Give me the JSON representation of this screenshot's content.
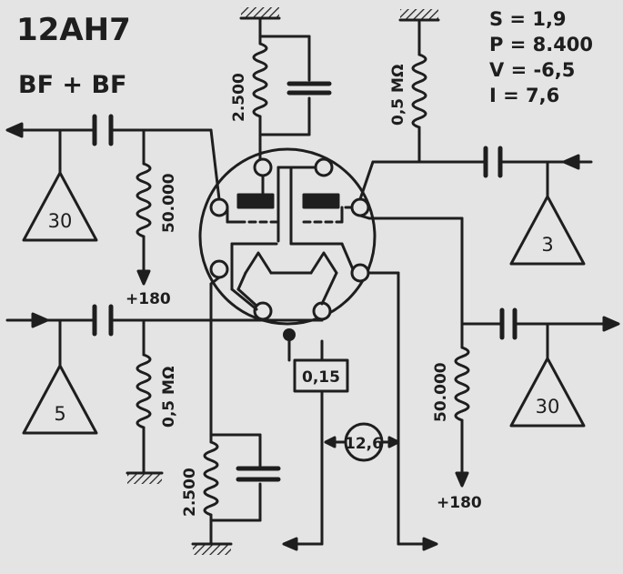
{
  "header": {
    "tube": "12AH7",
    "function": "BF + BF"
  },
  "specs": [
    {
      "text": "S = 1,9"
    },
    {
      "text": "P = 8.400"
    },
    {
      "text": "V = -6,5"
    },
    {
      "text": "I = 7,6"
    }
  ],
  "components": {
    "r_cathode_top": "2.500",
    "r_plate_right": "0,5 MΩ",
    "r_left_load": "50.000",
    "r_left_grid": "0,5 MΩ",
    "r_cathode_bottom": "2.500",
    "r_right_load": "50.000",
    "supply_left": "+180",
    "supply_right": "+180",
    "heater_current": "0,15",
    "heater_voltage": "12,6"
  },
  "stages": {
    "top_left": "30",
    "bottom_left": "5",
    "top_right": "3",
    "bottom_right": "30"
  }
}
